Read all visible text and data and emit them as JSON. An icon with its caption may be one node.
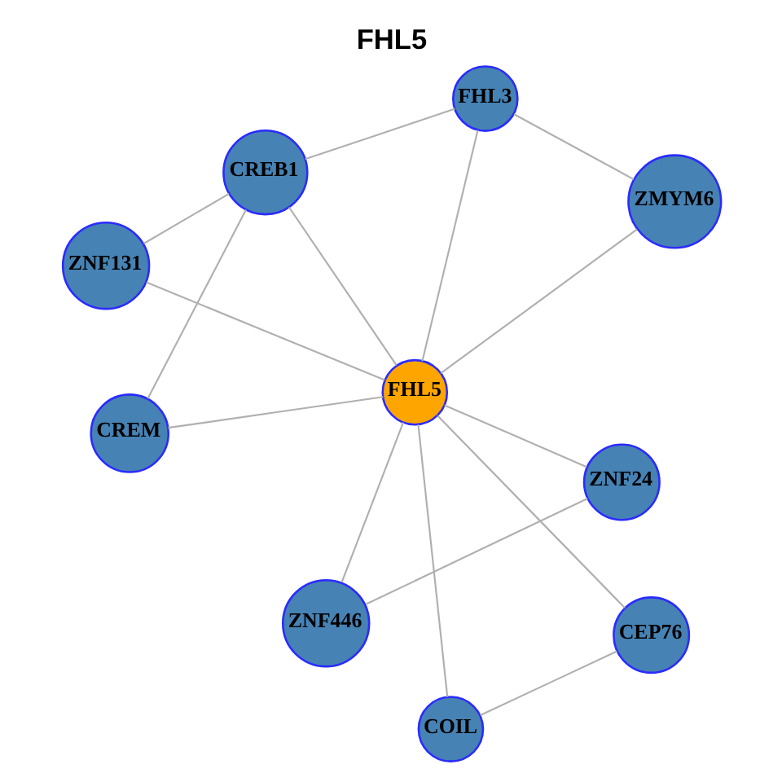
{
  "diagram": {
    "title": "FHL5",
    "nodes": [
      {
        "text": [
          "ZNF131"
        ]
      },
      {
        "text": [
          "CREB1"
        ]
      },
      {
        "text": [
          "CREM"
        ]
      },
      {
        "text": [
          "FHL3"
        ]
      },
      {
        "text": [
          "ZMYM6"
        ]
      },
      {
        "text": [
          "FHL5"
        ]
      },
      {
        "text": [
          "ZNF446"
        ]
      },
      {
        "text": [
          "ZNF24"
        ]
      },
      {
        "text": [
          "COIL"
        ]
      },
      {
        "text": [
          "CEP76"
        ]
      }
    ],
    "edges": [
      {
        "from": 0,
        "to": 1,
        "arrow": "none"
      },
      {
        "from": 0,
        "to": 5,
        "arrow": "none"
      },
      {
        "from": 1,
        "to": 2,
        "arrow": "none"
      },
      {
        "from": 1,
        "to": 3,
        "arrow": "none"
      },
      {
        "from": 1,
        "to": 5,
        "arrow": "none"
      },
      {
        "from": 2,
        "to": 5,
        "arrow": "none"
      },
      {
        "from": 3,
        "to": 4,
        "arrow": "none"
      },
      {
        "from": 3,
        "to": 5,
        "arrow": "none"
      },
      {
        "from": 4,
        "to": 5,
        "arrow": "none"
      },
      {
        "from": 5,
        "to": 6,
        "arrow": "none"
      },
      {
        "from": 5,
        "to": 7,
        "arrow": "none"
      },
      {
        "from": 5,
        "to": 8,
        "arrow": "none"
      },
      {
        "from": 5,
        "to": 9,
        "arrow": "none"
      },
      {
        "from": 6,
        "to": 7,
        "arrow": "none"
      },
      {
        "from": 8,
        "to": 9,
        "arrow": "none"
      }
    ]
  }
}
